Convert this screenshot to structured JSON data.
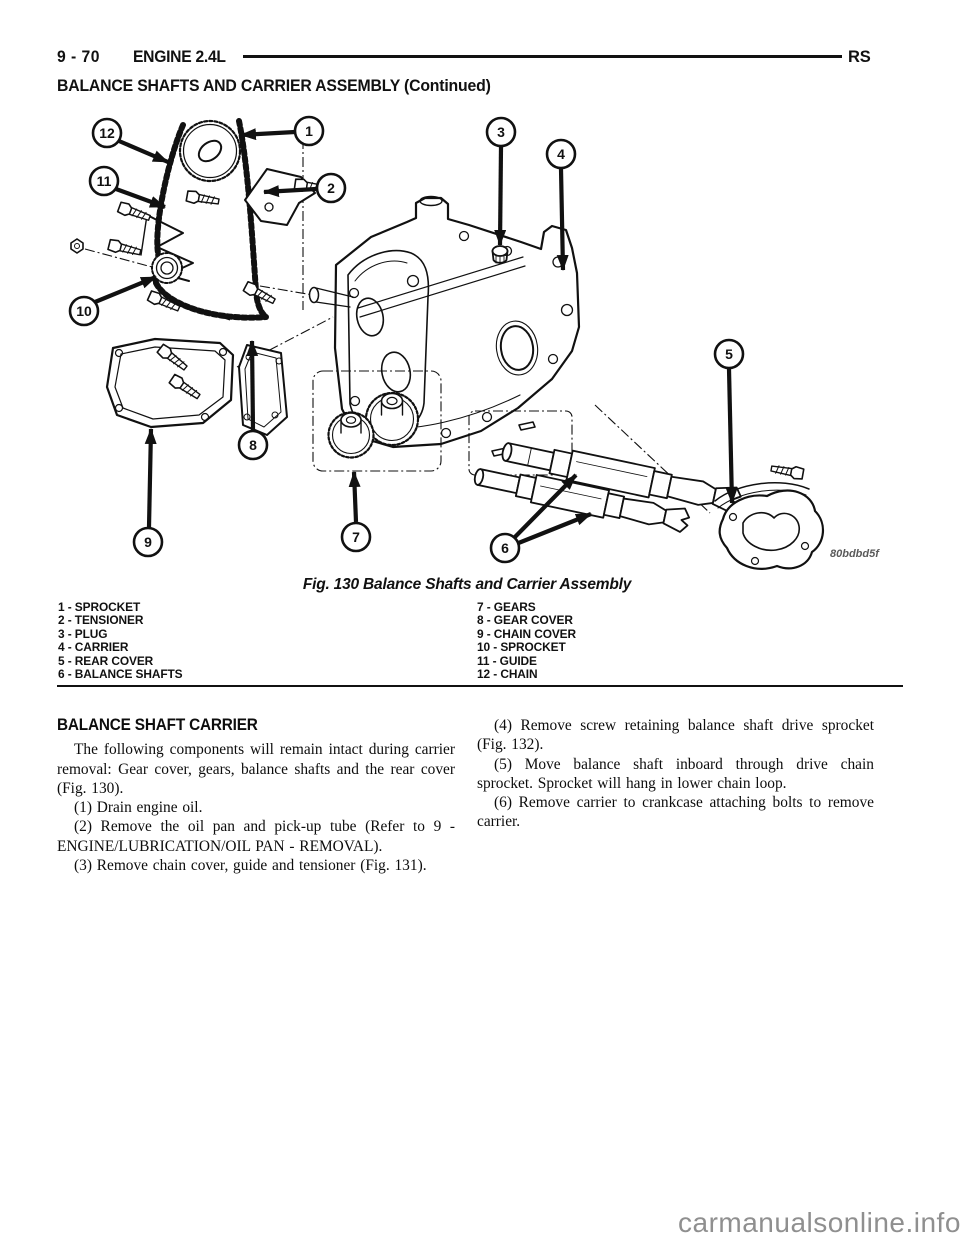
{
  "header": {
    "page_number": "9 - 70",
    "section": "ENGINE 2.4L",
    "model": "RS",
    "title": "BALANCE SHAFTS AND CARRIER ASSEMBLY (Continued)"
  },
  "figure": {
    "caption": "Fig. 130 Balance Shafts and Carrier Assembly",
    "figure_id": "80bdbd5f",
    "callouts": [
      "1",
      "2",
      "3",
      "4",
      "5",
      "6",
      "7",
      "8",
      "9",
      "10",
      "11",
      "12"
    ]
  },
  "legend": {
    "left": [
      "1 - SPROCKET",
      "2 - TENSIONER",
      "3 - PLUG",
      "4 - CARRIER",
      "5 - REAR COVER",
      "6 - BALANCE SHAFTS"
    ],
    "right": [
      "7 - GEARS",
      "8 - GEAR COVER",
      "9 - CHAIN COVER",
      "10 - SPROCKET",
      "11 - GUIDE",
      "12 - CHAIN"
    ]
  },
  "body": {
    "heading": "BALANCE SHAFT CARRIER",
    "left_paragraphs": [
      "The following components will remain intact during carrier removal: Gear cover, gears, balance shafts and the rear cover (Fig. 130).",
      "(1) Drain engine oil.",
      "(2) Remove the oil pan and pick-up tube (Refer to 9 - ENGINE/LUBRICATION/OIL PAN - REMOVAL).",
      "(3) Remove chain cover, guide and tensioner (Fig. 131)."
    ],
    "right_paragraphs": [
      "(4) Remove screw retaining balance shaft drive sprocket (Fig. 132).",
      "(5) Move balance shaft inboard through drive chain sprocket. Sprocket will hang in lower chain loop.",
      "(6) Remove carrier to crankcase attaching bolts to remove carrier."
    ]
  },
  "watermark": "carmanualsonline.info"
}
